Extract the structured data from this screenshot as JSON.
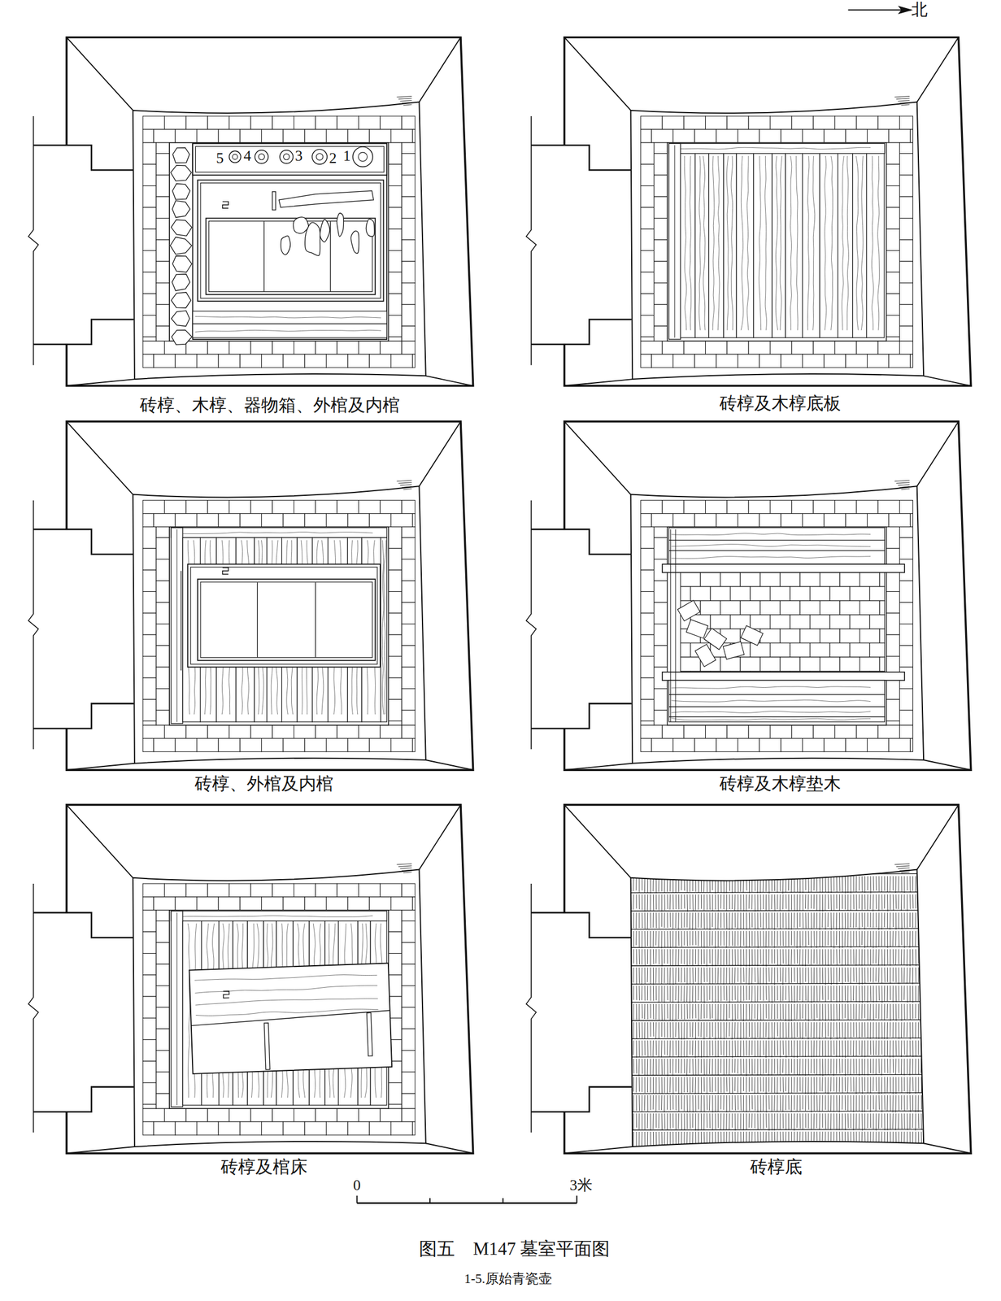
{
  "diagram": {
    "title": "图五　M147 墓室平面图",
    "caption": "1-5.原始青瓷壶",
    "labels": [
      "北",
      "5",
      "4",
      "3",
      "2",
      "1",
      "砖椁、木椁、器物箱、外棺及内棺",
      "砖椁及木椁底板",
      "砖椁、外棺及内棺",
      "砖椁及木椁垫木",
      "砖椁及棺床",
      "砖椁底",
      "0",
      "3米"
    ]
  }
}
